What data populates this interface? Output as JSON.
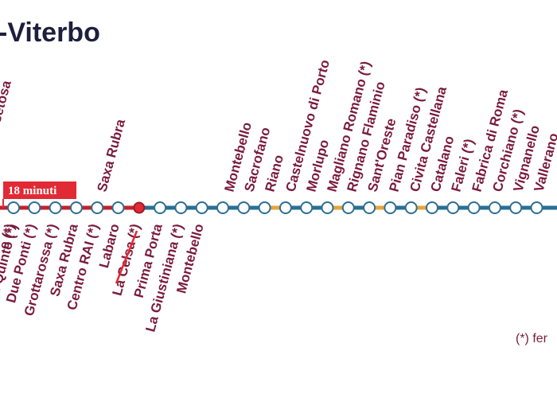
{
  "title": "-Viterbo",
  "travel_time_badge": "18 minuti",
  "legend_note": "(*) fer",
  "colors": {
    "line": "#c2212e",
    "station_fill": "#ffffff",
    "station_stroke": "#2b6f93",
    "label": "#7a1b3a",
    "title": "#1c1f3d",
    "badge": "#e22a34",
    "segment_accent": "#e4a53b",
    "current_stop": "#e22a34"
  },
  "stations_above": [
    {
      "label": "setosa"
    },
    {
      "label": "Saxa Rubra"
    },
    {
      "label": "Montebello"
    },
    {
      "label": "Sacrofano"
    },
    {
      "label": "Riano"
    },
    {
      "label": "Castelnuovo di Porto"
    },
    {
      "label": "Morlupo"
    },
    {
      "label": "Magliano Romano (*)"
    },
    {
      "label": "Rignano Flaminio"
    },
    {
      "label": "Sant'Oreste"
    },
    {
      "label": "Pian Paradiso (*)"
    },
    {
      "label": "Civita Castellana"
    },
    {
      "label": "Catalano"
    },
    {
      "label": "Faleri (*)"
    },
    {
      "label": "Fabrica di Roma"
    },
    {
      "label": "Corchiano (*)"
    },
    {
      "label": "Vignanello"
    },
    {
      "label": "Vallerano"
    }
  ],
  "stations_below": [
    {
      "label": "e (*)"
    },
    {
      "label": "Due Ponti (*)"
    },
    {
      "label": "di Quinto (*)"
    },
    {
      "label": "Grottarossa (*)"
    },
    {
      "label": "Saxa Rubra"
    },
    {
      "label": "Centro RAI (*)"
    },
    {
      "label": "Labaro"
    },
    {
      "label": "La Celsa (*)"
    },
    {
      "label": "Prima Porta"
    },
    {
      "label": "La Giustiniana (*)"
    },
    {
      "label": "Montebello"
    }
  ]
}
